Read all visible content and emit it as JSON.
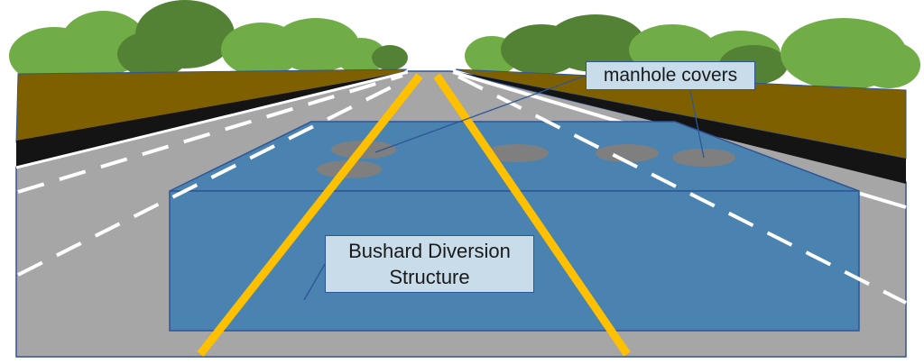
{
  "labels": {
    "manhole_covers": "manhole covers",
    "structure_line1": "Bushard Diversion",
    "structure_line2": "Structure"
  },
  "colors": {
    "road_gray": "#a6a6a6",
    "structure_blue": "#4a83b0",
    "outline_blue": "#2f5597",
    "embankment_brown": "#7f6000",
    "curb_black": "#141414",
    "center_line_yellow": "#ffc000",
    "lane_dash_white": "#ffffff",
    "manhole_gray": "#7f7f7f",
    "tree_light": "#70ad47",
    "tree_dark": "#548235",
    "label_fill": "#c9dcea"
  }
}
